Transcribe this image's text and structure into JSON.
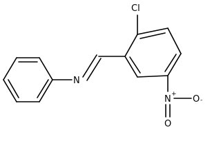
{
  "molecule": {
    "atoms": {
      "chlorine": "Cl",
      "imine_nitrogen": "N",
      "nitro_nitrogen": "N",
      "nitro_nitrogen_charge": "+",
      "nitro_oxygen_right": "O",
      "nitro_oxygen_right_charge": "-",
      "nitro_oxygen_top": "O"
    }
  }
}
